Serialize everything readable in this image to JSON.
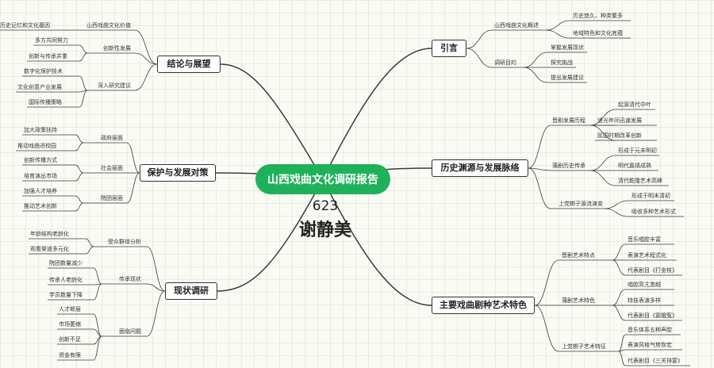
{
  "center": {
    "title": "山西戏曲文化调研报告",
    "number": "623",
    "author": "谢静美"
  },
  "branches": [
    {
      "label": "引言",
      "children": [
        {
          "label": "山西戏曲文化概述",
          "children": [
            "历史悠久、种类繁多",
            "地域特色和文化底蕴"
          ]
        },
        {
          "label": "调研目的",
          "children": [
            "掌握发展现状",
            "探究挑战",
            "提出发展建议"
          ]
        }
      ]
    },
    {
      "label": "历史渊源与发展脉络",
      "children": [
        {
          "label": "晋剧发展历程",
          "children": [
            "起源清代中叶",
            "道光年间迅速发展",
            "民国时期改革创新"
          ]
        },
        {
          "label": "蒲剧历史传承",
          "children": [
            "形成于元末明初",
            "明代嘉靖成熟",
            "清代乾隆艺术高峰"
          ]
        },
        {
          "label": "上党梆子源流演变",
          "children": [
            "形成于明末清初",
            "吸收多种艺术形式"
          ]
        }
      ]
    },
    {
      "label": "主要戏曲剧种艺术特色",
      "children": [
        {
          "label": "晋剧艺术特点",
          "children": [
            "音乐唱腔丰富",
            "表演艺术程式化",
            "代表剧目《打金枝》"
          ]
        },
        {
          "label": "蒲剧艺术特色",
          "children": [
            "唱腔高亢激越",
            "特技表演多样",
            "代表剧目《窦娥冤》"
          ]
        },
        {
          "label": "上党梆子艺术特征",
          "children": [
            "音乐体系五种声腔",
            "表演风格气势恢宏",
            "代表剧目《三关排宴》"
          ]
        }
      ]
    },
    {
      "label": "结论与展望",
      "children": [
        {
          "label": "山西戏曲文化价值",
          "children": [
            "历史记忆和文化基因"
          ]
        },
        {
          "label": "创新性发展",
          "children": [
            "多方共同努力",
            "创新与传承并重"
          ]
        },
        {
          "label": "深入研究建议",
          "children": [
            "数字化保护技术",
            "文化创意产业发展",
            "国际传播策略"
          ]
        }
      ]
    },
    {
      "label": "保护与发展对策",
      "children": [
        {
          "label": "政府层面",
          "children": [
            "加大政策扶持",
            "推动戏曲进校园"
          ]
        },
        {
          "label": "社会层面",
          "children": [
            "创新传播方式",
            "培育演出市场"
          ]
        },
        {
          "label": "院团层面",
          "children": [
            "加强人才培养",
            "推动艺术创新"
          ]
        }
      ]
    },
    {
      "label": "现状调研",
      "children": [
        {
          "label": "受众群体分析",
          "children": [
            "年龄结构老龄化",
            "观看渠道多元化"
          ]
        },
        {
          "label": "传承现状",
          "children": [
            "院团数量减少",
            "传承人老龄化",
            "学员数量下降"
          ]
        },
        {
          "label": "面临问题",
          "children": [
            "人才断层",
            "市场萎缩",
            "创新不足",
            "资金有限"
          ]
        }
      ]
    }
  ]
}
